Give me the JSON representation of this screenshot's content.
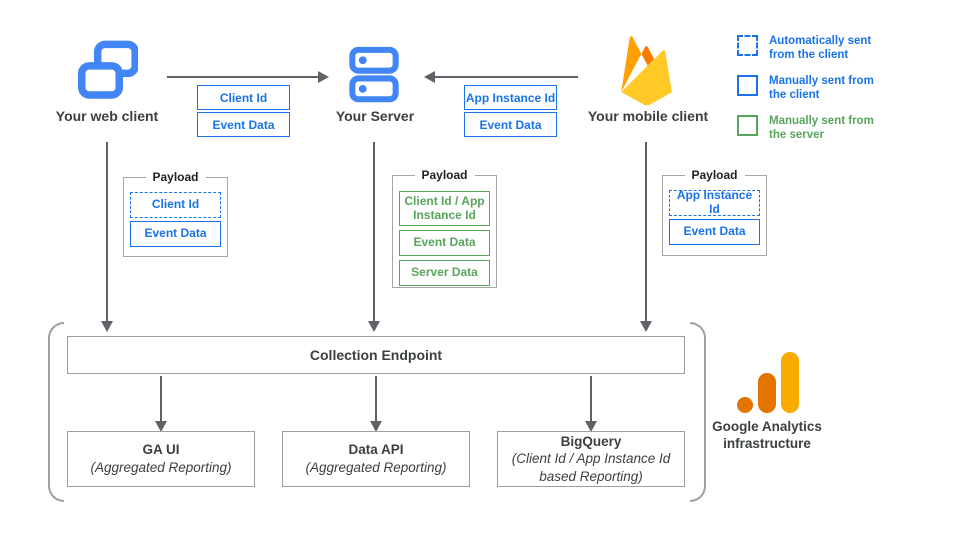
{
  "nodes": {
    "web_client": {
      "label": "Your web client"
    },
    "server": {
      "label": "Your Server"
    },
    "mobile_client": {
      "label": "Your mobile client"
    }
  },
  "edges": {
    "web_to_server": {
      "labels": [
        "Client Id",
        "Event Data"
      ]
    },
    "mobile_to_server": {
      "labels": [
        "App Instance Id",
        "Event Data"
      ]
    }
  },
  "payloads": {
    "title": "Payload",
    "web": {
      "items": [
        {
          "label": "Client Id",
          "kind": "automatically-sent-from-client"
        },
        {
          "label": "Event Data",
          "kind": "manually-sent-from-client"
        }
      ]
    },
    "server": {
      "items": [
        {
          "label": "Client Id / App Instance Id",
          "kind": "manually-sent-from-server"
        },
        {
          "label": "Event Data",
          "kind": "manually-sent-from-server"
        },
        {
          "label": "Server Data",
          "kind": "manually-sent-from-server"
        }
      ]
    },
    "mobile": {
      "items": [
        {
          "label": "App Instance Id",
          "kind": "automatically-sent-from-client"
        },
        {
          "label": "Event Data",
          "kind": "manually-sent-from-client"
        }
      ]
    }
  },
  "legend": {
    "items": [
      {
        "label": "Automatically sent from the client",
        "kind": "automatically-sent-from-client"
      },
      {
        "label": "Manually sent from the client",
        "kind": "manually-sent-from-client"
      },
      {
        "label": "Manually sent from the server",
        "kind": "manually-sent-from-server"
      }
    ]
  },
  "infrastructure": {
    "endpoint_label": "Collection Endpoint",
    "outputs": [
      {
        "title": "GA UI",
        "subtitle": "(Aggregated Reporting)"
      },
      {
        "title": "Data API",
        "subtitle": "(Aggregated Reporting)"
      },
      {
        "title": "BigQuery",
        "subtitle": "(Client Id / App Instance Id based Reporting)"
      }
    ],
    "caption": "Google Analytics infrastructure"
  },
  "colors": {
    "blue": "#1A73E8",
    "icon_blue": "#4285F4",
    "green": "#58A55C",
    "arrow_gray": "#5F6368",
    "box_gray": "#9E9E9E",
    "bracket_gray": "#9AA0A6",
    "text_dark": "#3C4043",
    "firebase_amber": "#FFA000",
    "firebase_orange": "#F57C00",
    "firebase_yellow": "#FFCA28",
    "ga_orange": "#E37400",
    "ga_yellow": "#F9AB00"
  }
}
